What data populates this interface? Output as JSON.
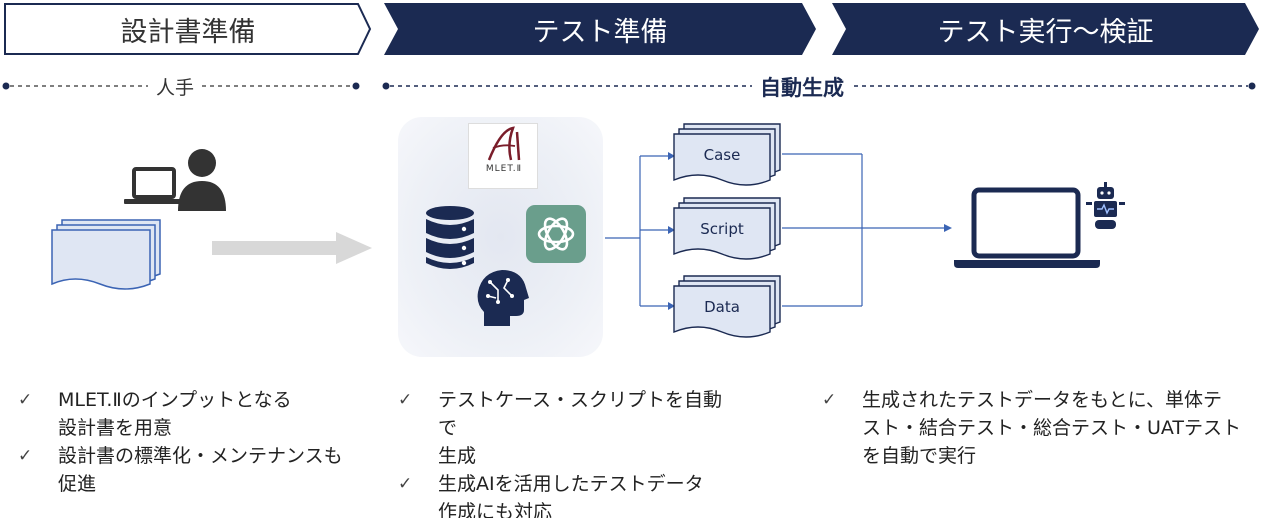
{
  "phases": [
    {
      "label": "設計書準備"
    },
    {
      "label": "テスト準備"
    },
    {
      "label": "テスト実行～検証"
    }
  ],
  "timeline": {
    "human_label": "人手",
    "auto_label": "自動生成"
  },
  "logo": {
    "text": "MLET.Ⅱ"
  },
  "documents": [
    {
      "label": "Case"
    },
    {
      "label": "Script"
    },
    {
      "label": "Data"
    }
  ],
  "bullets": {
    "col1": [
      {
        "lines": [
          "MLET.Ⅱのインプットとなる",
          "設計書を用意"
        ]
      },
      {
        "lines": [
          "設計書の標準化・メンテナンスも",
          "促進"
        ]
      }
    ],
    "col2": [
      {
        "lines": [
          "テストケース・スクリプトを自動で",
          "生成"
        ]
      },
      {
        "lines": [
          "生成AIを活用したテストデータ",
          "作成にも対応"
        ]
      }
    ],
    "col3": [
      {
        "lines": [
          "生成されたテストデータをもとに、単体テ",
          "スト・結合テスト・総合テスト・UATテスト",
          "を自動で実行"
        ]
      }
    ]
  },
  "check_glyph": "✓",
  "colors": {
    "navy": "#1b2a52",
    "blue": "#3b64b4",
    "doc_fill": "#dfe6f3",
    "ai_green": "#6a9e8c"
  }
}
